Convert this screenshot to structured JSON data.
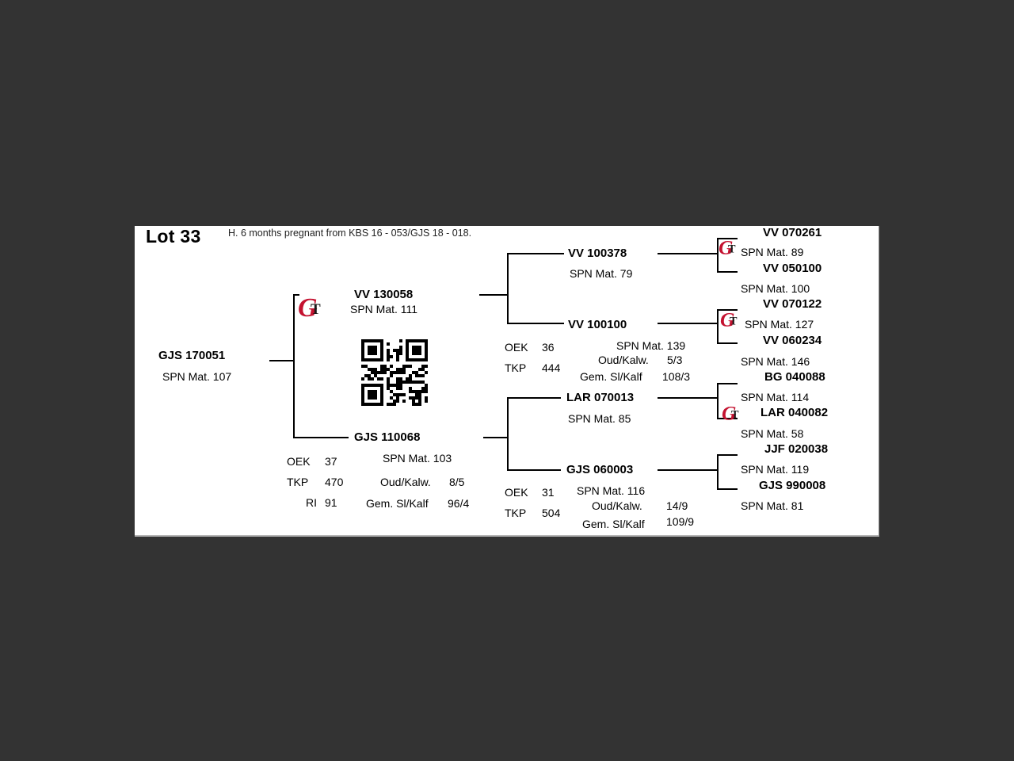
{
  "colors": {
    "background": "#333333",
    "panel": "#ffffff",
    "line": "#000000",
    "logo_red": "#c41230",
    "logo_black": "#1a1a1a"
  },
  "header": {
    "lot_title": "Lot 33",
    "note": "H. 6 months pregnant from KBS 16 - 053/GJS 18 - 018."
  },
  "icons": {
    "gt_logo": {
      "g": "G",
      "t": "T"
    },
    "qr_code": "qr-code"
  },
  "pedigree": {
    "subject": {
      "name": "GJS 170051",
      "spn": "SPN Mat. 107"
    },
    "sire": {
      "name": "VV 130058",
      "spn": "SPN Mat. 111",
      "logo": true
    },
    "dam": {
      "name": "GJS 110068",
      "spn": "SPN Mat. 103",
      "stats": [
        {
          "label": "OEK",
          "value": "37"
        },
        {
          "label": "TKP",
          "value": "470"
        },
        {
          "label": "RI",
          "value": "91"
        }
      ],
      "calving": [
        {
          "label": "Oud/Kalw.",
          "value": "8/5"
        },
        {
          "label": "Gem. Sl/Kalf",
          "value": "96/4"
        }
      ]
    },
    "sire_sire": {
      "name": "VV 100378",
      "spn": "SPN Mat. 79"
    },
    "sire_dam": {
      "name": "VV 100100",
      "spn": "SPN Mat. 139",
      "stats": [
        {
          "label": "OEK",
          "value": "36"
        },
        {
          "label": "TKP",
          "value": "444"
        }
      ],
      "calving": [
        {
          "label": "Oud/Kalw.",
          "value": "5/3"
        },
        {
          "label": "Gem. Sl/Kalf",
          "value": "108/3"
        }
      ]
    },
    "dam_sire": {
      "name": "LAR 070013",
      "spn": "SPN Mat. 85"
    },
    "dam_dam": {
      "name": "GJS 060003",
      "spn": "SPN Mat. 116",
      "stats": [
        {
          "label": "OEK",
          "value": "31"
        },
        {
          "label": "TKP",
          "value": "504"
        }
      ],
      "calving": [
        {
          "label": "Oud/Kalw.",
          "value": "14/9"
        },
        {
          "label": "Gem. Sl/Kalf",
          "value": "109/9"
        }
      ]
    },
    "gen3": [
      {
        "name": "VV 070261",
        "spn": "SPN Mat. 89",
        "logo": true
      },
      {
        "name": "VV 050100",
        "spn": "SPN Mat. 100",
        "logo": false
      },
      {
        "name": "VV 070122",
        "spn": "SPN Mat. 127",
        "logo": true
      },
      {
        "name": "VV 060234",
        "spn": "SPN Mat. 146",
        "logo": false
      },
      {
        "name": "BG 040088",
        "spn": "SPN Mat. 114",
        "logo": false
      },
      {
        "name": "LAR 040082",
        "spn": "SPN Mat. 58",
        "logo": true
      },
      {
        "name": "JJF 020038",
        "spn": "SPN Mat. 119",
        "logo": false
      },
      {
        "name": "GJS 990008",
        "spn": "SPN Mat. 81",
        "logo": false
      }
    ]
  }
}
